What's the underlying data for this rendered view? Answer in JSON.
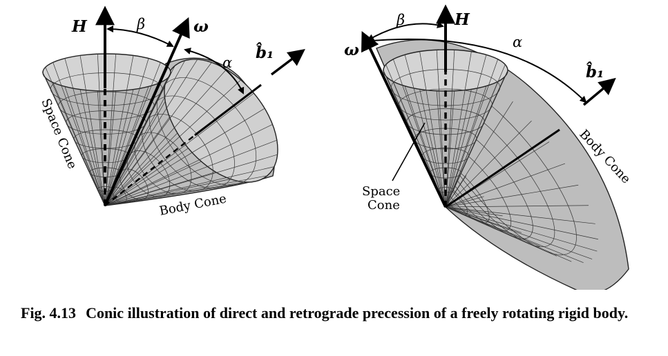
{
  "left_panel": {
    "label_H": "H",
    "label_omega": "ω",
    "label_beta": "β",
    "label_alpha": "α",
    "label_b1": "b̂₁",
    "space_cone": "Space Cone",
    "body_cone": "Body Cone"
  },
  "right_panel": {
    "label_H": "H",
    "label_omega": "ω",
    "label_beta": "β",
    "label_alpha": "α",
    "label_b1": "b̂₁",
    "space_cone_line1": "Space",
    "space_cone_line2": "Cone",
    "body_cone": "Body Cone"
  },
  "caption": {
    "number": "Fig. 4.13",
    "text": "Conic illustration of direct and retrograde precession of a freely rotating rigid body."
  },
  "colors": {
    "cone_fill": "#c9c9c9",
    "cone_fill_dark": "#a9a9a9",
    "mesh_line": "#333333",
    "ink": "#000000"
  }
}
